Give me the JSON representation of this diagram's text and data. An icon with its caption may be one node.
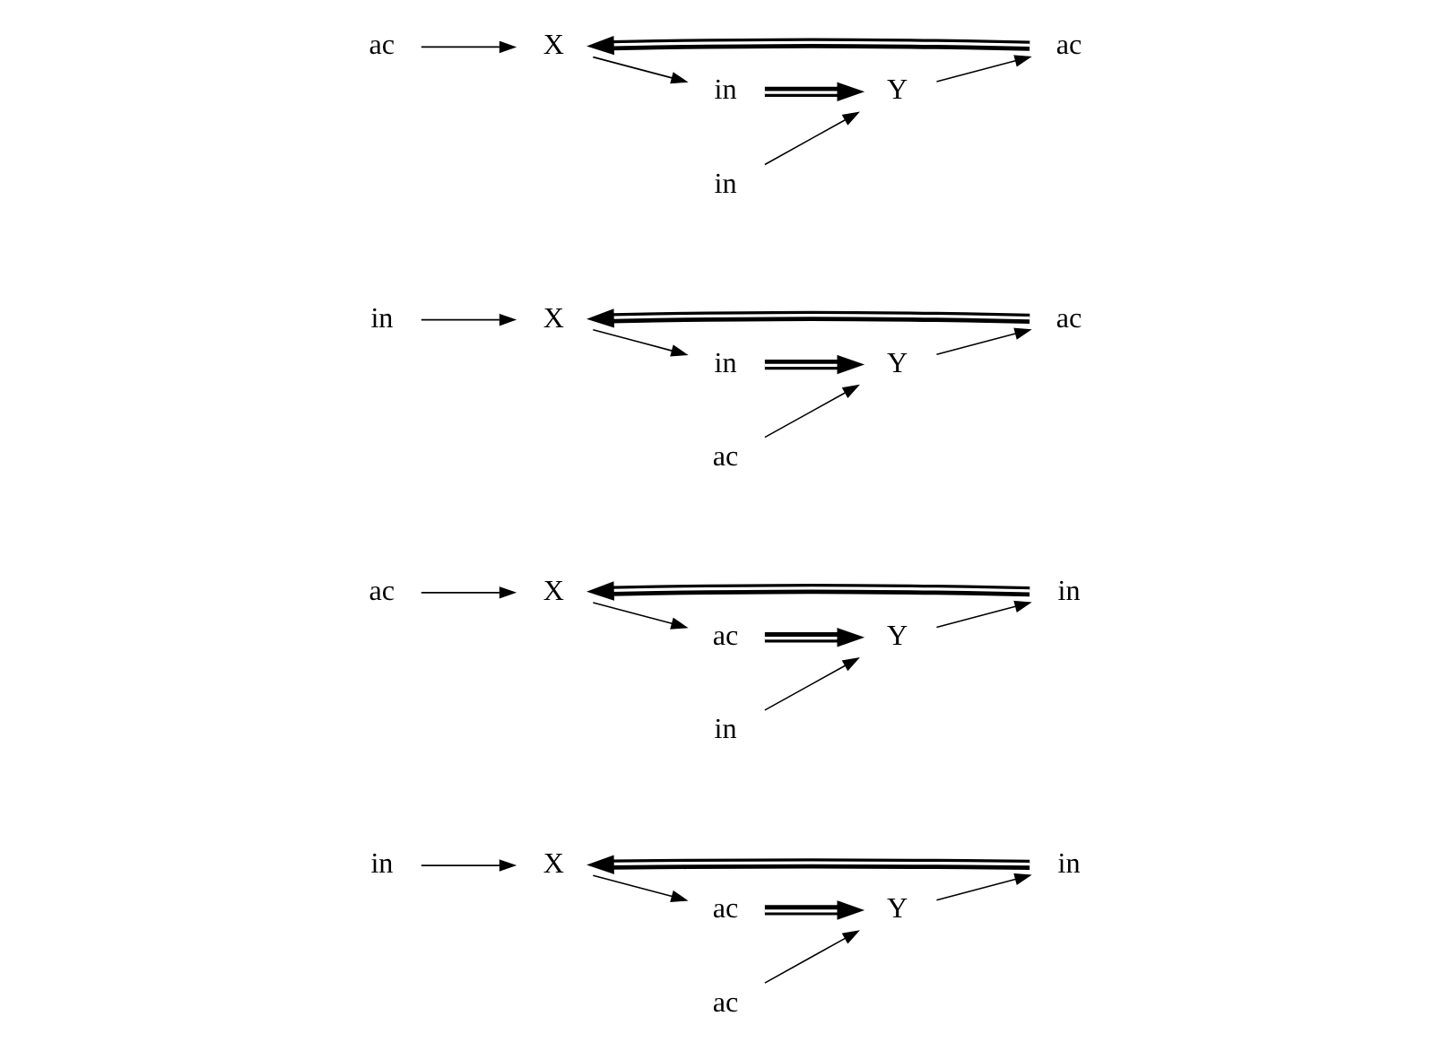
{
  "diagram": {
    "nodes": [
      {
        "text": [
          "in"
        ]
      },
      {
        "text": [
          "in"
        ]
      },
      {
        "text": [
          "X"
        ]
      },
      {
        "text": [
          "ac"
        ]
      },
      {
        "text": [
          "Y"
        ]
      },
      {
        "text": [
          "ac"
        ]
      },
      {
        "text": [
          "ac"
        ]
      },
      {
        "text": [
          "in"
        ]
      },
      {
        "text": [
          "X"
        ]
      },
      {
        "text": [
          "ac"
        ]
      },
      {
        "text": [
          "Y"
        ]
      },
      {
        "text": [
          "in"
        ]
      },
      {
        "text": [
          "in"
        ]
      },
      {
        "text": [
          "ac"
        ]
      },
      {
        "text": [
          "X"
        ]
      },
      {
        "text": [
          "in"
        ]
      },
      {
        "text": [
          "Y"
        ]
      },
      {
        "text": [
          "ac"
        ]
      },
      {
        "text": [
          "ac"
        ]
      },
      {
        "text": [
          "ac"
        ]
      },
      {
        "text": [
          "X"
        ]
      },
      {
        "text": [
          "in"
        ]
      },
      {
        "text": [
          "Y"
        ]
      },
      {
        "text": [
          "in"
        ]
      }
    ],
    "edges": [
      {
        "from": 1,
        "to": 2,
        "arrow": "to",
        "style": "thick"
      },
      {
        "from": 3,
        "to": 4,
        "arrow": "to",
        "style": "thick"
      },
      {
        "from": 2,
        "to": 3,
        "arrow": "to"
      },
      {
        "from": 4,
        "to": 1,
        "arrow": "to"
      },
      {
        "from": 0,
        "to": 2,
        "arrow": "to"
      },
      {
        "from": 5,
        "to": 4,
        "arrow": "to"
      },
      {
        "from": 7,
        "to": 8,
        "arrow": "to",
        "style": "thick"
      },
      {
        "from": 9,
        "to": 10,
        "arrow": "to",
        "style": "thick"
      },
      {
        "from": 8,
        "to": 9,
        "arrow": "to"
      },
      {
        "from": 10,
        "to": 7,
        "arrow": "to"
      },
      {
        "from": 6,
        "to": 8,
        "arrow": "to"
      },
      {
        "from": 11,
        "to": 10,
        "arrow": "to"
      },
      {
        "from": 13,
        "to": 14,
        "arrow": "to",
        "style": "thick"
      },
      {
        "from": 15,
        "to": 16,
        "arrow": "to",
        "style": "thick"
      },
      {
        "from": 14,
        "to": 15,
        "arrow": "to"
      },
      {
        "from": 16,
        "to": 13,
        "arrow": "to"
      },
      {
        "from": 12,
        "to": 14,
        "arrow": "to"
      },
      {
        "from": 17,
        "to": 16,
        "arrow": "to"
      },
      {
        "from": 19,
        "to": 20,
        "arrow": "to",
        "style": "thick"
      },
      {
        "from": 21,
        "to": 22,
        "arrow": "to",
        "style": "thick"
      },
      {
        "from": 20,
        "to": 21,
        "arrow": "to"
      },
      {
        "from": 22,
        "to": 19,
        "arrow": "to"
      },
      {
        "from": 18,
        "to": 20,
        "arrow": "to"
      },
      {
        "from": 23,
        "to": 22,
        "arrow": "to"
      }
    ]
  }
}
